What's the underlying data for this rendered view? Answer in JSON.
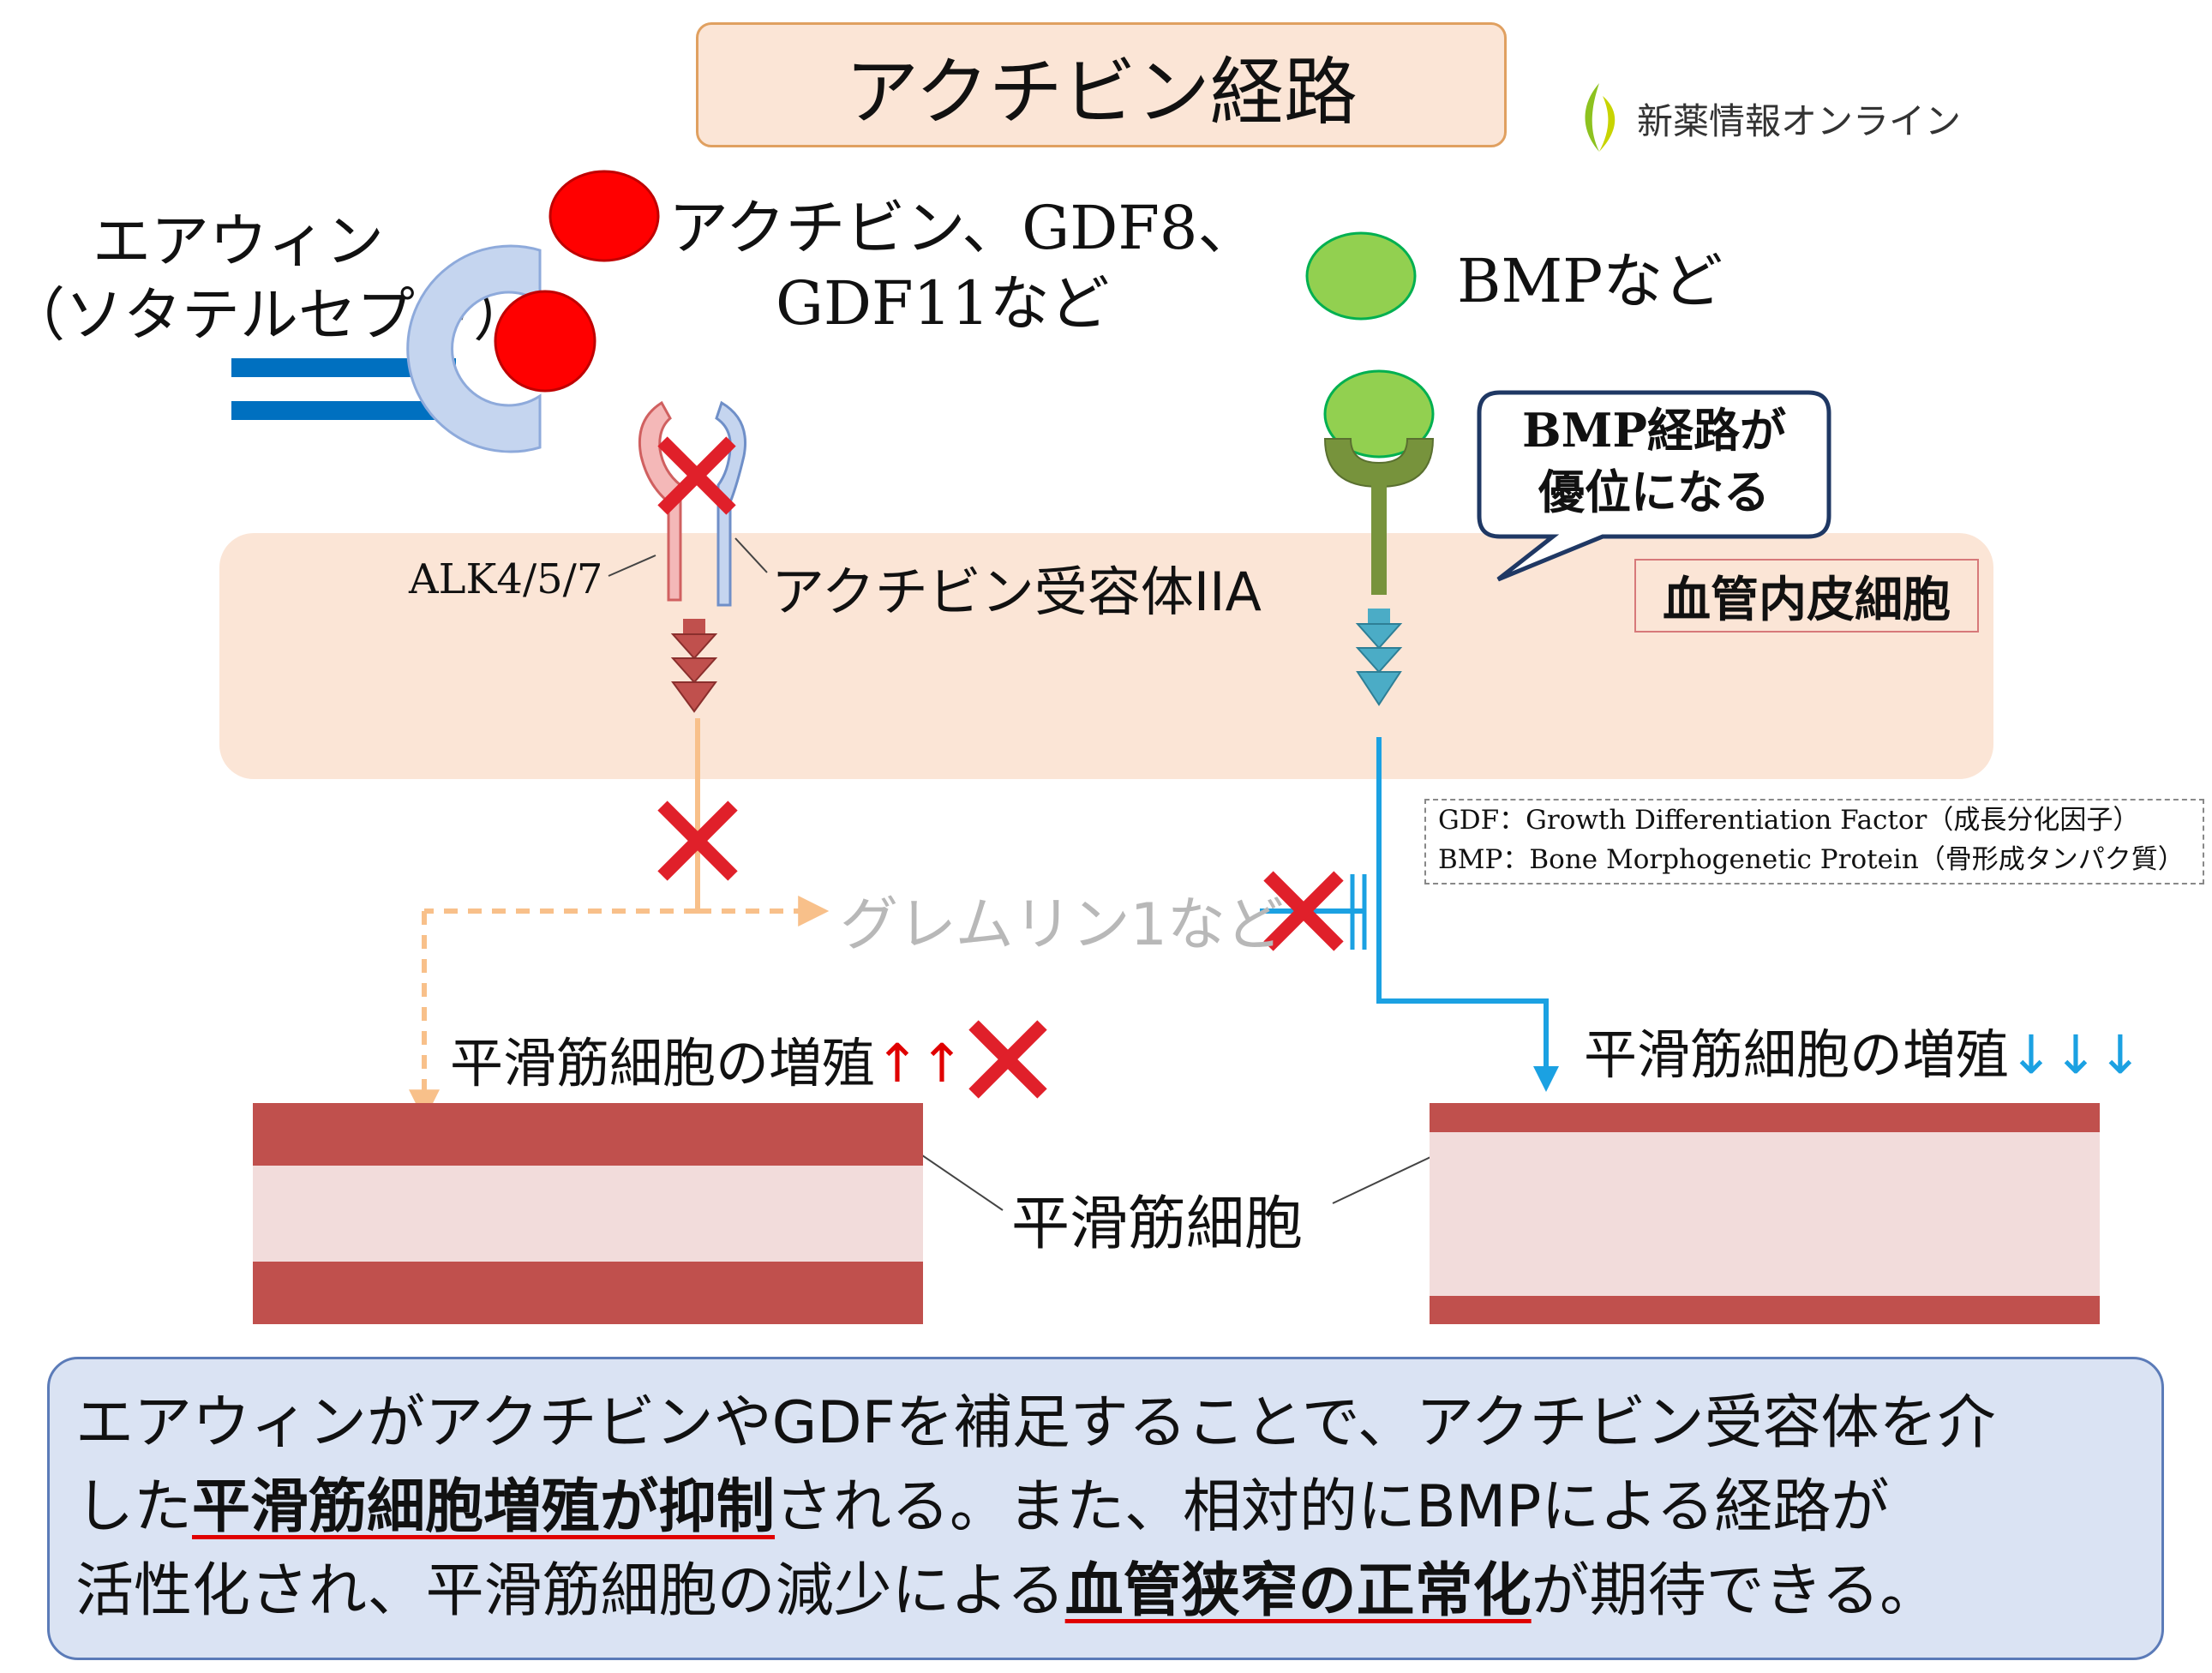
{
  "title": "アクチビン経路",
  "brand": "新薬情報オンライン",
  "airwin_label": {
    "line1": "エアウィン",
    "line2": "（ソタテルセプト）"
  },
  "activin_label": {
    "line1": "アクチビン、GDF8、",
    "line2": "GDF11など"
  },
  "bmp_label": "BMPなど",
  "bmp_callout": {
    "line1": "BMP経路が",
    "line2": "優位になる"
  },
  "alk_label": "ALK4/5/7",
  "receptor_label": "アクチビン受容体IIA",
  "cell_label": "血管内皮細胞",
  "definitions": [
    "GDF：Growth Differentiation Factor（成長分化因子）",
    "BMP：Bone Morphogenetic Protein（骨形成タンパク質）"
  ],
  "gremlin_label": "グレムリン1など",
  "left_effect": {
    "text": "平滑筋細胞の増殖",
    "arrows": "↑↑"
  },
  "right_effect": {
    "text": "平滑筋細胞の増殖",
    "arrows": "↓↓↓"
  },
  "muscle_label": "平滑筋細胞",
  "summary": {
    "line1": "エアウィンがアクチビンやGDFを補足することで、アクチビン受容体を介",
    "line2_a": "した",
    "line2_hl": "平滑筋細胞増殖が抑制",
    "line2_b": "される。また、相対的にBMPによる経路が",
    "line3_a": "活性化され、平滑筋細胞の減少による",
    "line3_hl": "血管狭窄の正常化",
    "line3_b": "が期待できる。"
  },
  "colors": {
    "activin_red": "#ff0000",
    "bmp_green": "#92d050",
    "cross_red": "#e0202a",
    "blue_pathway": "#1ba1e2",
    "orange_pathway": "#f8c08a",
    "muscle_dark": "#c0504d",
    "muscle_light": "#f2dcdb",
    "band_fill": "#fbe5d6"
  }
}
